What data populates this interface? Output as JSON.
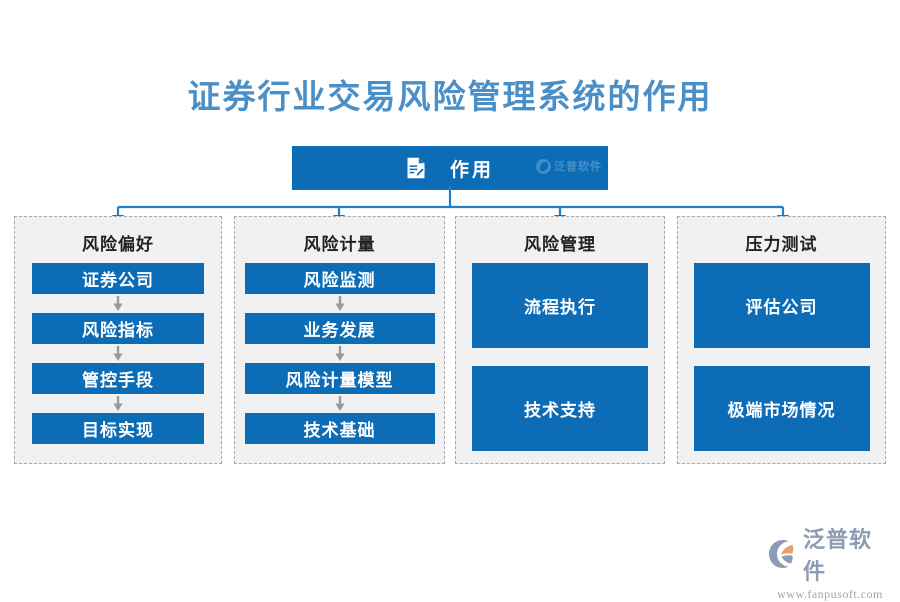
{
  "page": {
    "title": "证券行业交易风险管理系统的作用",
    "title_color": "#4a8fc7",
    "background": "#ffffff",
    "accent_color": "#0d6cb6",
    "panel_background": "#f1f1f1",
    "panel_border_color": "#a8a8a8"
  },
  "root": {
    "label": "作用",
    "icon": "document-edit-icon",
    "watermark": "泛普软件"
  },
  "columns": [
    {
      "title": "风险偏好",
      "layout": "dense",
      "items": [
        {
          "label": "证券公司"
        },
        {
          "label": "风险指标"
        },
        {
          "label": "管控手段"
        },
        {
          "label": "目标实现"
        }
      ]
    },
    {
      "title": "风险计量",
      "layout": "dense",
      "items": [
        {
          "label": "风险监测"
        },
        {
          "label": "业务发展"
        },
        {
          "label": "风险计量模型"
        },
        {
          "label": "技术基础"
        }
      ]
    },
    {
      "title": "风险管理",
      "layout": "sparse",
      "items": [
        {
          "label": "流程执行"
        },
        {
          "label": "技术支持"
        }
      ]
    },
    {
      "title": "压力测试",
      "layout": "sparse",
      "items": [
        {
          "label": "评估公司"
        },
        {
          "label": "极端市场情况"
        }
      ]
    }
  ],
  "brand": {
    "name": "泛普软件",
    "url": "www.fanpusoft.com"
  }
}
